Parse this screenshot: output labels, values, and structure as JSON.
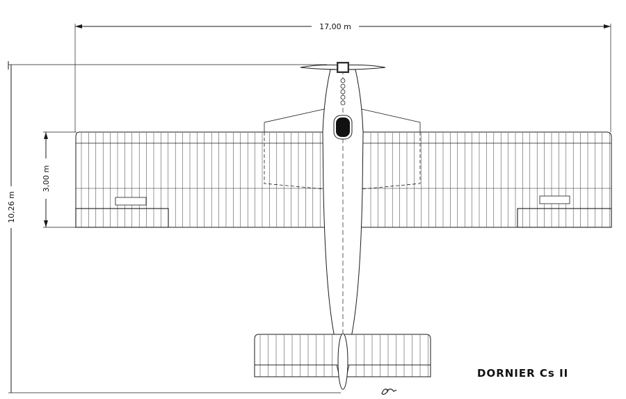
{
  "drawing": {
    "title": "DORNIER Cs II",
    "dimensions": {
      "wingspan": "17,00 m",
      "length": "10,26 m",
      "chord": "3,00 m"
    }
  },
  "colors": {
    "line": "#1a1a1a",
    "background": "#ffffff",
    "canopy": "#111111"
  }
}
